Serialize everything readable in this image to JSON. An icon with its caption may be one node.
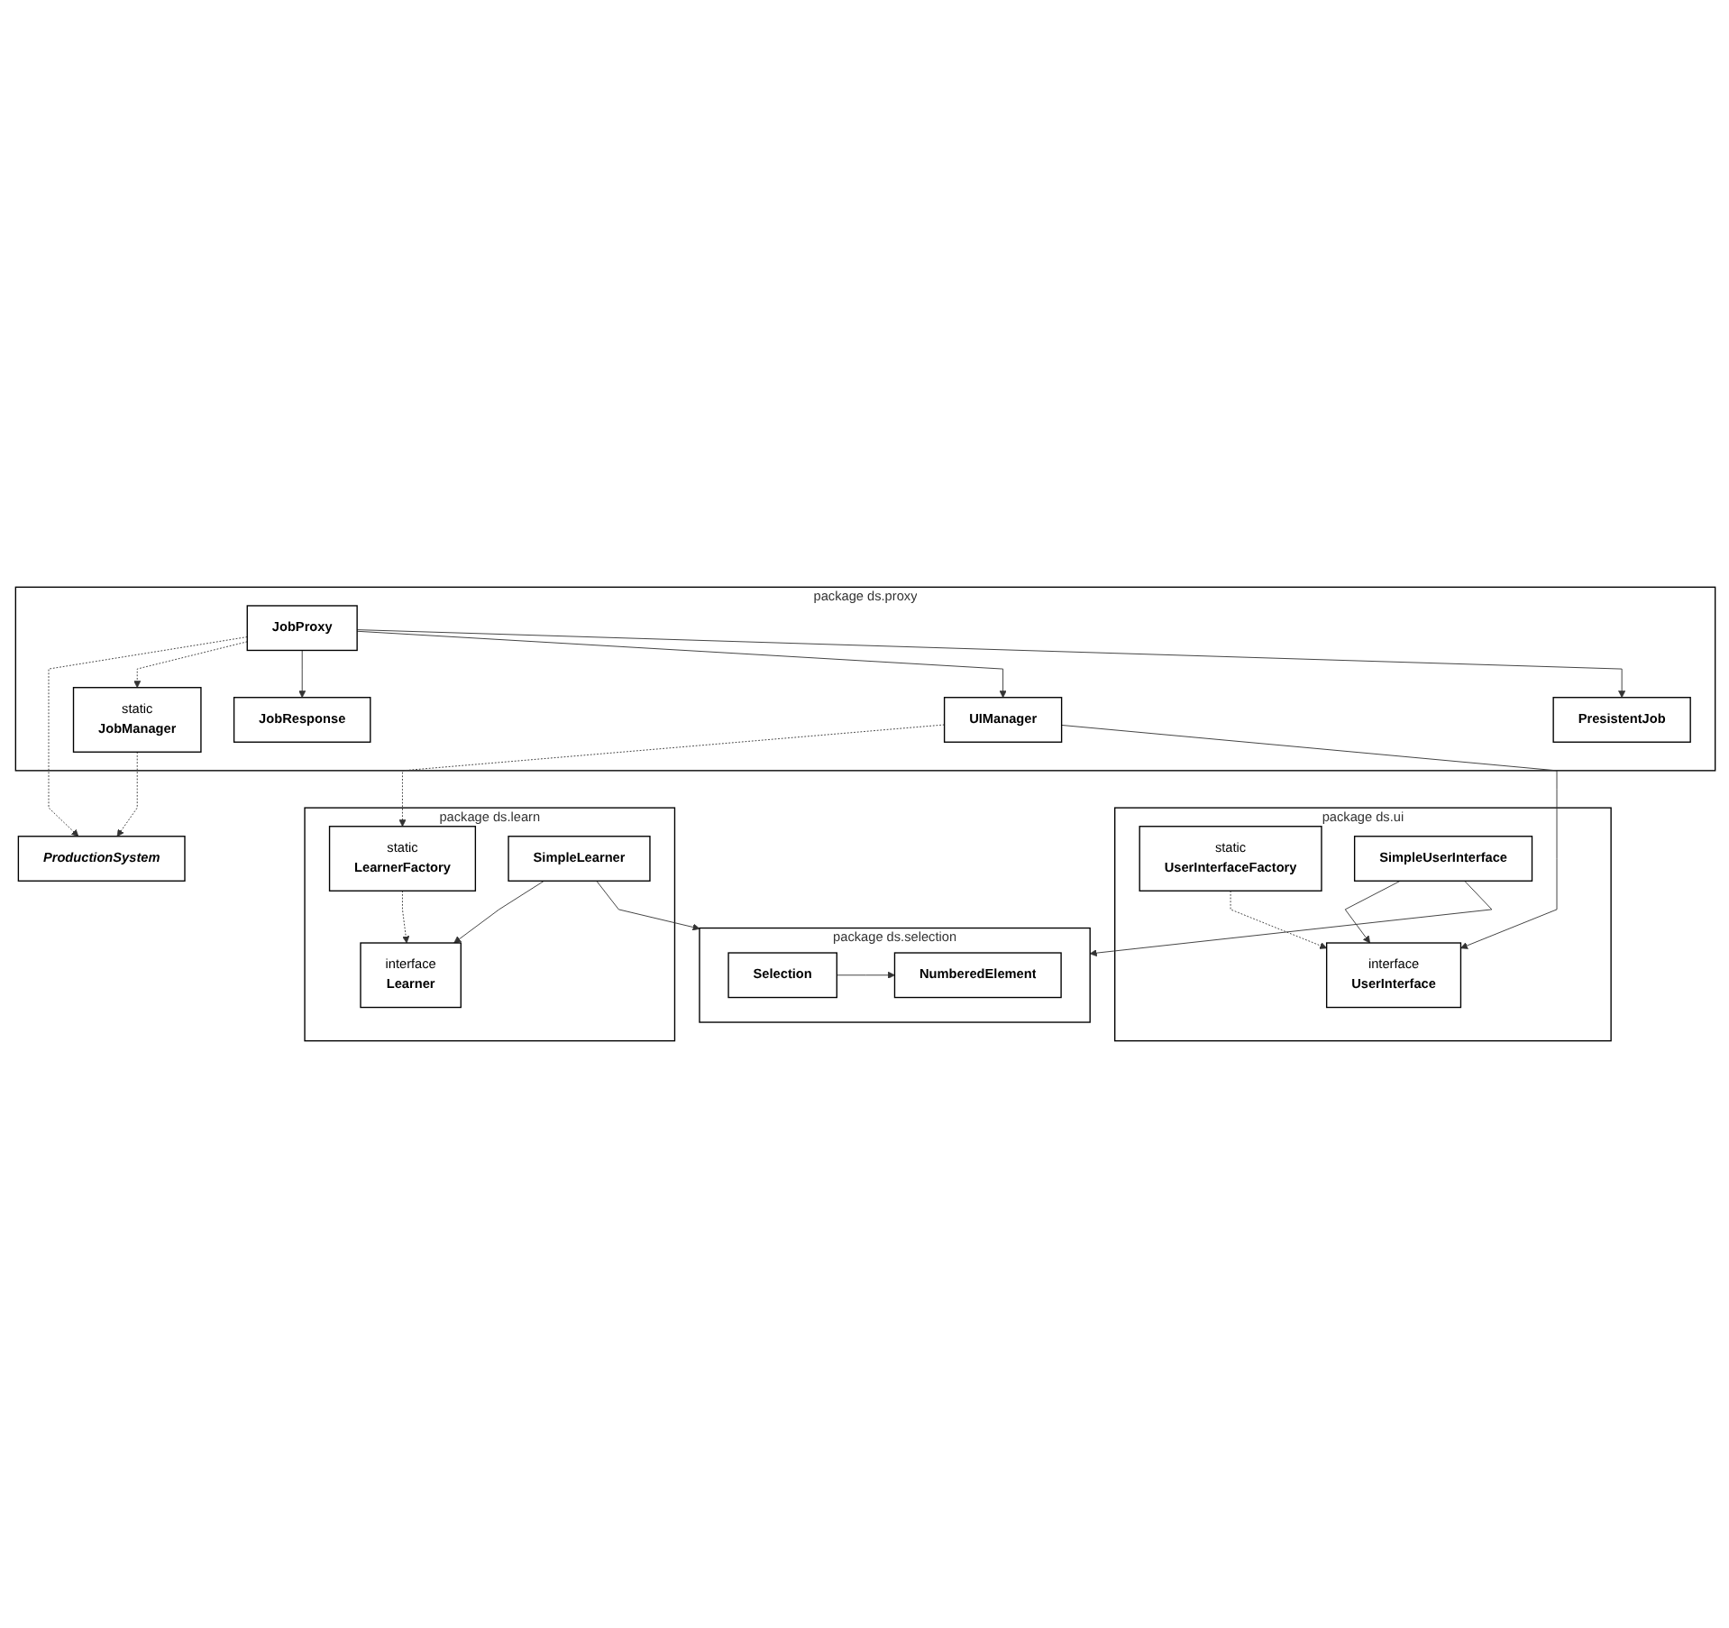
{
  "diagram": {
    "nodes": [
      {
        "text": [
          "ProductionSystem"
        ]
      },
      {
        "text": [
          "package ds.proxy"
        ]
      },
      {
        "text": [
          "JobProxy"
        ],
        "in": 1
      },
      {
        "text": [
          "static",
          "JobManager"
        ],
        "in": 1
      },
      {
        "text": [
          "JobResponse"
        ],
        "in": 1
      },
      {
        "text": [
          "UIManager"
        ],
        "in": 1
      },
      {
        "text": [
          "PresistentJob"
        ],
        "in": 1
      },
      {
        "text": [
          "package ds.learn"
        ]
      },
      {
        "text": [
          "static",
          "LearnerFactory"
        ],
        "in": 7
      },
      {
        "text": [
          "interface",
          "Learner"
        ],
        "in": 7
      },
      {
        "text": [
          "SimpleLearner"
        ],
        "in": 7
      },
      {
        "text": [
          "package ds.ui"
        ]
      },
      {
        "text": [
          "static",
          "UserInterfaceFactory"
        ],
        "in": 11
      },
      {
        "text": [
          "interface",
          "UserInterface"
        ],
        "in": 11
      },
      {
        "text": [
          "SimpleUserInterface"
        ],
        "in": 11
      },
      {
        "text": [
          "package ds.selection"
        ]
      },
      {
        "text": [
          "NumberedElement"
        ],
        "in": 15
      },
      {
        "text": [
          "Selection"
        ],
        "in": 15
      }
    ],
    "edges": [
      {
        "from": 2,
        "to": 0,
        "arrow": "to",
        "style": "dashed"
      },
      {
        "from": 3,
        "to": 0,
        "arrow": "to",
        "style": "dashed"
      },
      {
        "from": 2,
        "to": 3,
        "arrow": "to",
        "style": "dashed"
      },
      {
        "from": 2,
        "to": 4,
        "arrow": "to"
      },
      {
        "from": 2,
        "to": 5,
        "arrow": "to"
      },
      {
        "from": 2,
        "to": 6,
        "arrow": "to"
      },
      {
        "from": 5,
        "to": 8,
        "arrow": "to",
        "style": "dashed"
      },
      {
        "from": 5,
        "to": 13,
        "arrow": "to"
      },
      {
        "from": 8,
        "to": 9,
        "arrow": "to",
        "style": "dashed"
      },
      {
        "from": 10,
        "to": 9,
        "arrow": "to"
      },
      {
        "from": 10,
        "to": 15,
        "arrow": "to"
      },
      {
        "from": 12,
        "to": 13,
        "arrow": "to",
        "style": "dashed"
      },
      {
        "from": 14,
        "to": 13,
        "arrow": "to"
      },
      {
        "from": 14,
        "to": 15,
        "arrow": "to"
      },
      {
        "from": 17,
        "to": 16,
        "arrow": "to"
      }
    ]
  }
}
